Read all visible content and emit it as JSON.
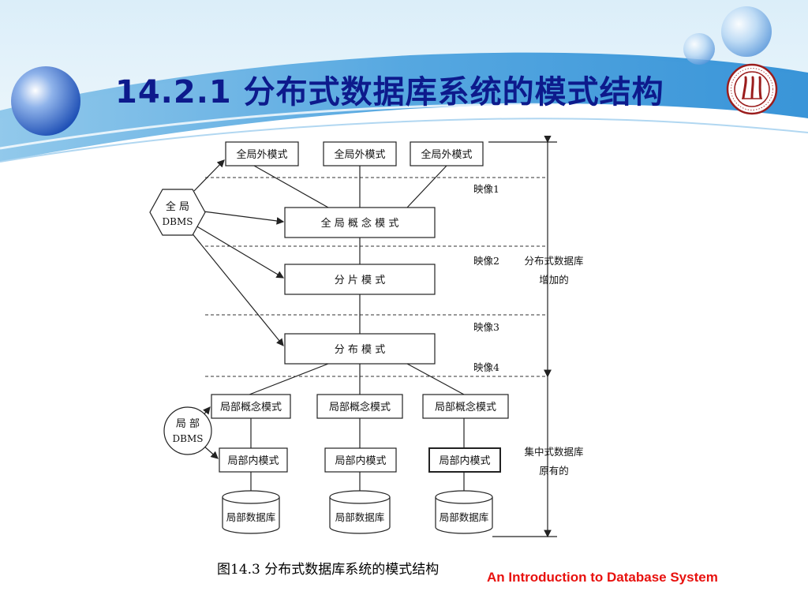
{
  "slide": {
    "title": "14.2.1  分布式数据库系统的模式结构",
    "caption": "图14.3  分布式数据库系统的模式结构",
    "footer": "An Introduction to Database System",
    "accent_color": "#e8110e",
    "title_color": "#0d1a8c"
  },
  "diagram": {
    "global_external": [
      "全局外模式",
      "全局外模式",
      "全局外模式"
    ],
    "global_conceptual": "全 局 概 念 模 式",
    "fragmentation": "分 片 模 式",
    "allocation": "分 布 模 式",
    "local_conceptual": [
      "局部概念模式",
      "局部概念模式",
      "局部概念模式"
    ],
    "local_internal": [
      "局部内模式",
      "局部内模式",
      "局部内模式"
    ],
    "local_db": [
      "局部数据库",
      "局部数据库",
      "局部数据库"
    ],
    "global_dbms": [
      "全 局",
      "DBMS"
    ],
    "local_dbms": [
      "局 部",
      "DBMS"
    ],
    "mappings": [
      "映像1",
      "映像2",
      "映像3",
      "映像4"
    ],
    "ddb_label": [
      "分布式数据库",
      "增加的"
    ],
    "cdb_label": [
      "集中式数据库",
      "原有的"
    ]
  }
}
